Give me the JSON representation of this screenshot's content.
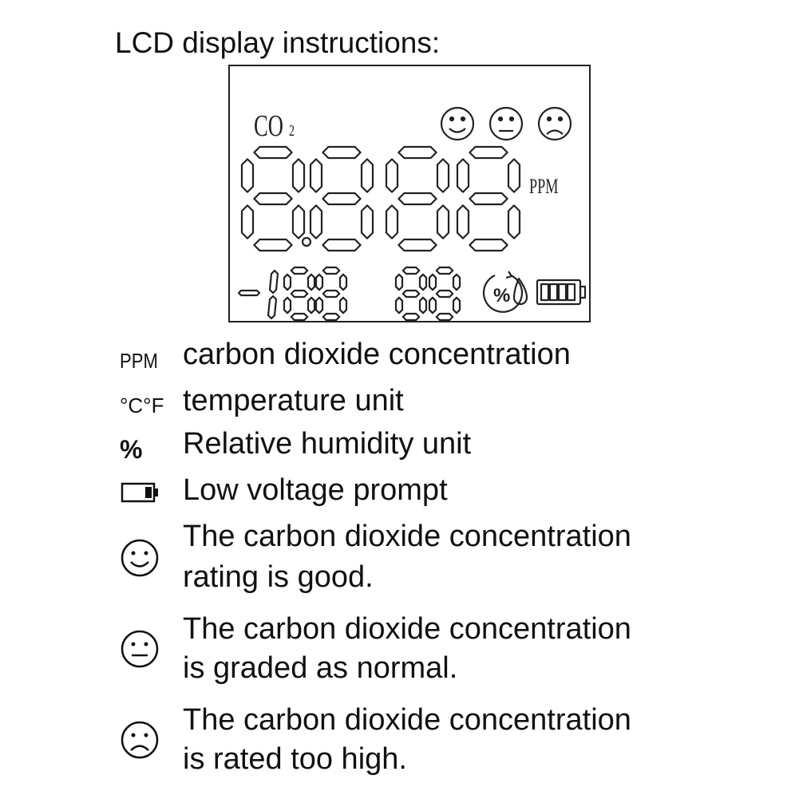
{
  "title": "LCD display instructions:",
  "lcd": {
    "co2_label": "CO",
    "co2_subscript": "2",
    "ppm_label": "PPM",
    "percent_symbol": "%"
  },
  "legend": [
    {
      "symbol": "PPM",
      "text": "carbon dioxide concentration"
    },
    {
      "symbol": "°C°F",
      "text": "temperature unit"
    },
    {
      "symbol": "%",
      "text": "Relative humidity unit"
    },
    {
      "symbol_icon": "battery-icon",
      "text": "Low voltage prompt"
    },
    {
      "symbol_icon": "smiley-happy-icon",
      "line1": "The carbon dioxide concentration",
      "line2": "rating is good."
    },
    {
      "symbol_icon": "smiley-neutral-icon",
      "line1": "The carbon dioxide concentration",
      "line2": "is graded as normal."
    },
    {
      "symbol_icon": "smiley-sad-icon",
      "line1": "The carbon dioxide concentration",
      "line2": "is rated too high."
    }
  ]
}
